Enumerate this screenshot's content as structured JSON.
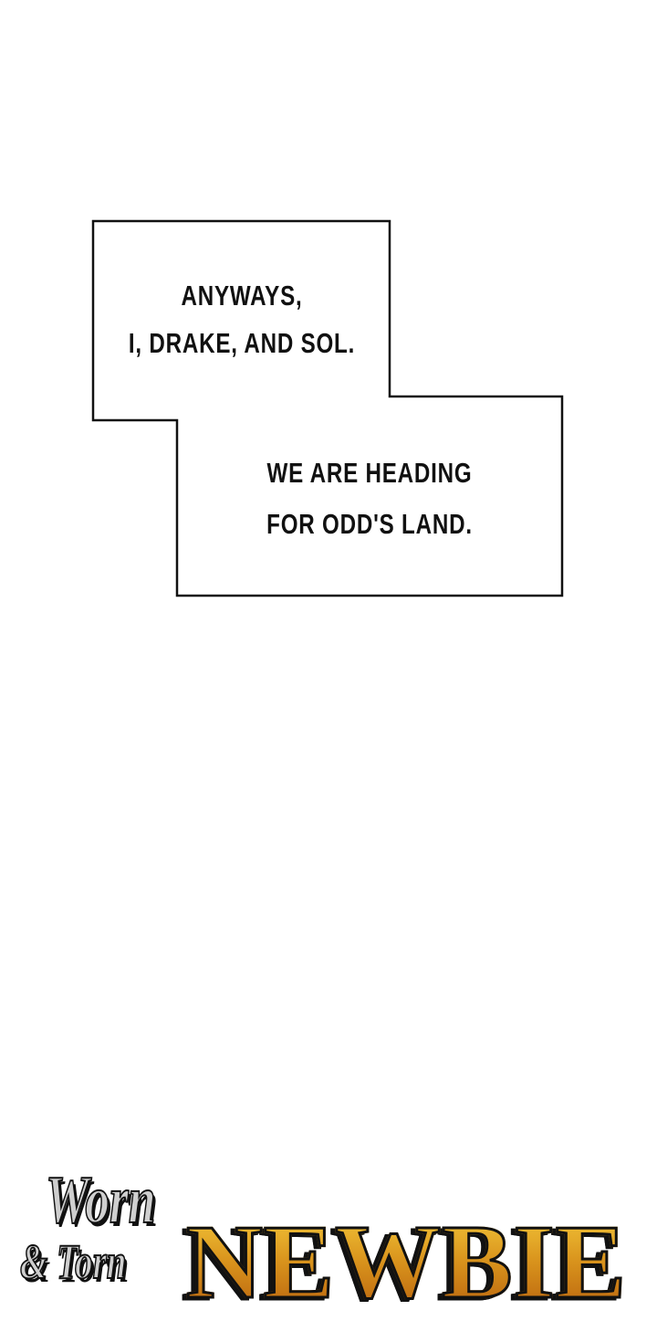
{
  "captions": [
    {
      "lines": [
        "ANYWAYS,",
        "I, DRAKE, AND SOL."
      ]
    },
    {
      "lines": [
        "WE ARE HEADING",
        "FOR ODD'S LAND."
      ]
    }
  ],
  "logo": {
    "subtitle_line1": "Worn",
    "subtitle_line2": "& Torn",
    "title": "NEWBIE"
  },
  "colors": {
    "logo_gold": "#e0a020",
    "logo_silver": "#cfcfcf",
    "outline": "#111111"
  }
}
